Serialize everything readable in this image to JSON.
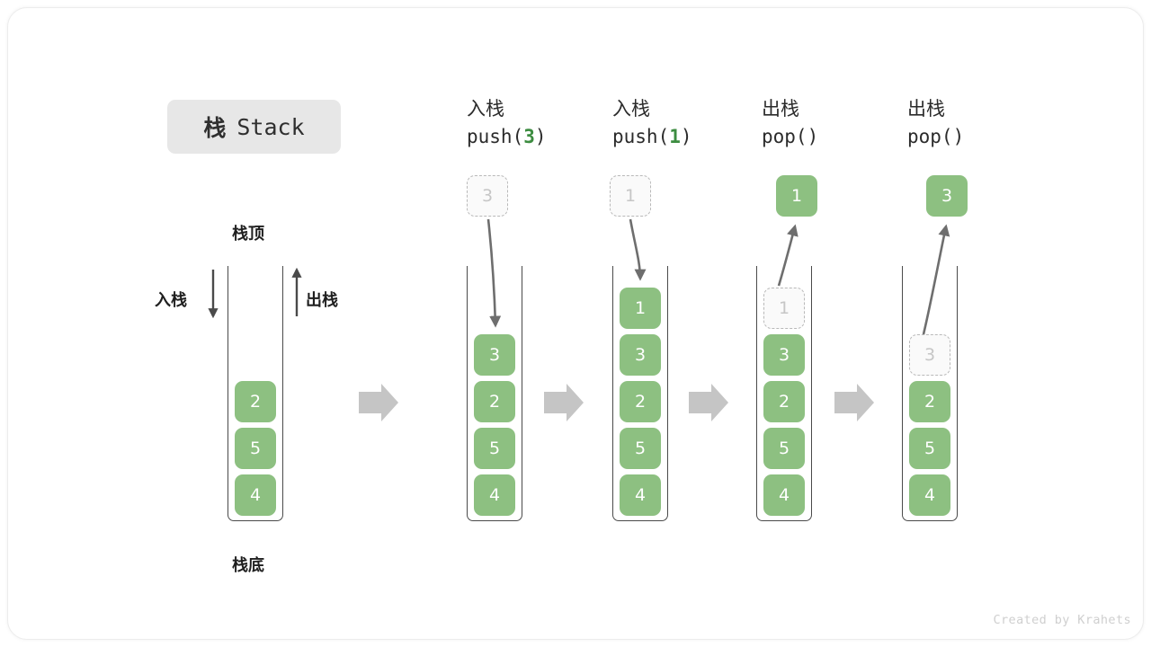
{
  "figure": {
    "title_cn": "栈",
    "title_en": "Stack",
    "credit": "Created by Krahets"
  },
  "legend": {
    "top_label": "栈顶",
    "bottom_label": "栈底",
    "push_label": "入栈",
    "pop_label": "出栈",
    "push_arrow_icon": "arrow-down-icon",
    "pop_arrow_icon": "arrow-up-icon"
  },
  "colors": {
    "element_green": "#8dc081",
    "ghost_border": "#b9b9b9",
    "ghost_text": "#c6c6c6",
    "container_stroke": "#4a4a4a",
    "step_arrow": "#c5c5c5",
    "accent_green_text": "#3c8c40",
    "chip_bg": "#e7e7e7",
    "credit_text": "#cfcfcf"
  },
  "stages": [
    {
      "id": "initial",
      "head_cn": "",
      "head_op": "",
      "head_arg": "",
      "elements": [
        "2",
        "5",
        "4"
      ],
      "floating": null,
      "flying": null
    },
    {
      "id": "push-3",
      "head_cn": "入栈",
      "head_op_prefix": "push(",
      "head_arg": "3",
      "head_op_suffix": ")",
      "elements": [
        "3",
        "2",
        "5",
        "4"
      ],
      "flying": {
        "value": "3",
        "state": "ghost",
        "direction": "in"
      }
    },
    {
      "id": "push-1",
      "head_cn": "入栈",
      "head_op_prefix": "push(",
      "head_arg": "1",
      "head_op_suffix": ")",
      "elements": [
        "1",
        "3",
        "2",
        "5",
        "4"
      ],
      "flying": {
        "value": "1",
        "state": "ghost",
        "direction": "in"
      }
    },
    {
      "id": "pop-1",
      "head_cn": "出栈",
      "head_op_prefix": "pop(",
      "head_arg": "",
      "head_op_suffix": ")",
      "elements": [
        "3",
        "2",
        "5",
        "4"
      ],
      "ghost_in_stack": "1",
      "flying": {
        "value": "1",
        "state": "solid",
        "direction": "out"
      }
    },
    {
      "id": "pop-3",
      "head_cn": "出栈",
      "head_op_prefix": "pop(",
      "head_arg": "",
      "head_op_suffix": ")",
      "elements": [
        "2",
        "5",
        "4"
      ],
      "ghost_in_stack": "3",
      "flying": {
        "value": "3",
        "state": "solid",
        "direction": "out"
      }
    }
  ],
  "step_arrows": [
    {
      "icon": "block-arrow-right-icon"
    },
    {
      "icon": "block-arrow-right-icon"
    },
    {
      "icon": "block-arrow-right-icon"
    },
    {
      "icon": "block-arrow-right-icon"
    }
  ]
}
